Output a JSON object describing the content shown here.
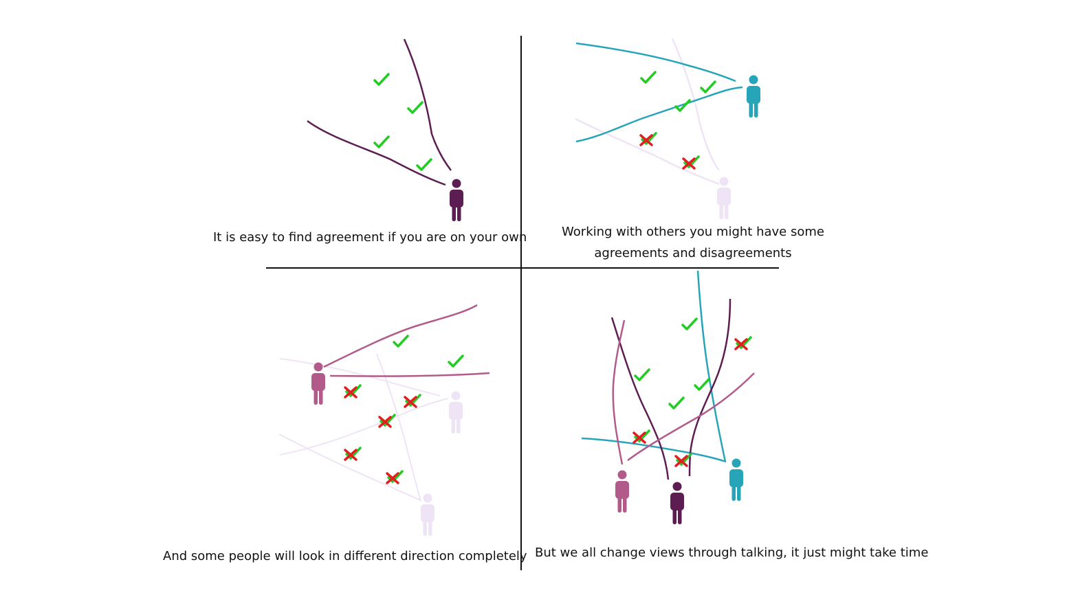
{
  "captions": {
    "top_left": "It is easy to find agreement if you are on your own",
    "top_right": "Working with others you might have some agreements and disagreements",
    "bottom_left": "And some people will look in different direction completely",
    "bottom_right": "But we all change views through talking, it just might take time"
  },
  "colors": {
    "plum": "#5c1d52",
    "teal": "#27a5b8",
    "rose": "#b25a8a",
    "faded": "#efe4f5",
    "check": "#22cc22",
    "cross": "#e02020",
    "divider": "#111111"
  },
  "icons": {
    "person": "person-icon",
    "agree": "check-icon",
    "disagree": "cross-icon"
  }
}
